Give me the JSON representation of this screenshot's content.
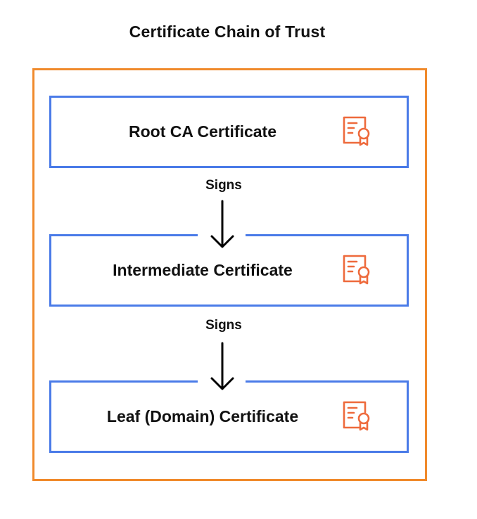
{
  "title": "Certificate Chain of Trust",
  "colors": {
    "outer_frame": "#F08A2C",
    "box_border": "#4A7BE8",
    "icon": "#EE6A3C",
    "text": "#111111"
  },
  "certificates": [
    {
      "label": "Root CA Certificate",
      "icon": "certificate-icon"
    },
    {
      "label": "Intermediate Certificate",
      "icon": "certificate-icon"
    },
    {
      "label": "Leaf (Domain) Certificate",
      "icon": "certificate-icon"
    }
  ],
  "relations": [
    {
      "label": "Signs",
      "from": "Root CA Certificate",
      "to": "Intermediate Certificate"
    },
    {
      "label": "Signs",
      "from": "Intermediate Certificate",
      "to": "Leaf (Domain) Certificate"
    }
  ]
}
